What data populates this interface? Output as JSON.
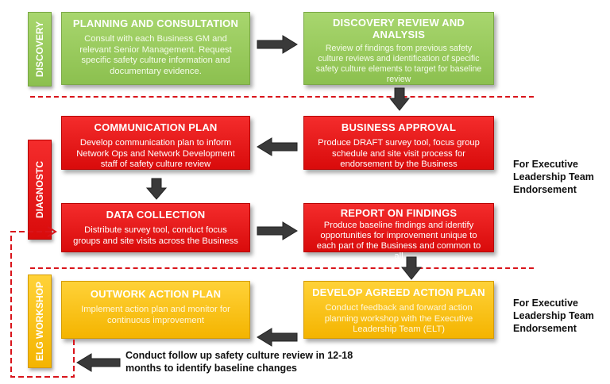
{
  "phases": {
    "discovery": "DISCOVERY",
    "diagnostic": "DIAGNOSTC",
    "workshop": "ELG WORKSHOP"
  },
  "boxes": {
    "planning": {
      "title": "PLANNING AND CONSULTATION",
      "desc": "Consult with each Business GM and relevant Senior Management. Request specific safety culture information and documentary evidence."
    },
    "discovery_review": {
      "title": "DISCOVERY REVIEW AND ANALYSIS",
      "desc": "Review of findings from previous safety culture reviews and identification of specific safety culture elements to target for baseline review"
    },
    "communication": {
      "title": "COMMUNICATION PLAN",
      "desc": "Develop communication plan to inform Network Ops and Network Development staff of safety culture review"
    },
    "business_approval": {
      "title": "BUSINESS APPROVAL",
      "desc": "Produce DRAFT survey tool, focus group schedule and site visit process for endorsement by the Business"
    },
    "data_collection": {
      "title": "DATA COLLECTION",
      "desc": "Distribute survey tool, conduct focus groups and site visits across the Business"
    },
    "report": {
      "title": "REPORT ON FINDINGS",
      "desc": "Produce baseline findings and identify opportunities for improvement unique to each part of the Business and common to all"
    },
    "outwork": {
      "title": "OUTWORK ACTION PLAN",
      "desc": "Implement action plan and monitor for continuous improvement"
    },
    "agreed_plan": {
      "title": "DEVELOP AGREED ACTION PLAN",
      "desc": "Conduct feedback and forward action planning workshop with the Executive Leadership Team (ELT)"
    }
  },
  "notes": {
    "endorsement_1": "For Executive Leadership Team Endorsement",
    "endorsement_2": "For Executive Leadership Team Endorsement",
    "follow_up": "Conduct follow up safety culture review in 12-18 months to identify baseline changes"
  },
  "colors": {
    "green": "#8cc04f",
    "red": "#e01010",
    "yellow": "#f4b400",
    "arrow": "#3a3a3a",
    "dashed": "#d9141b"
  }
}
